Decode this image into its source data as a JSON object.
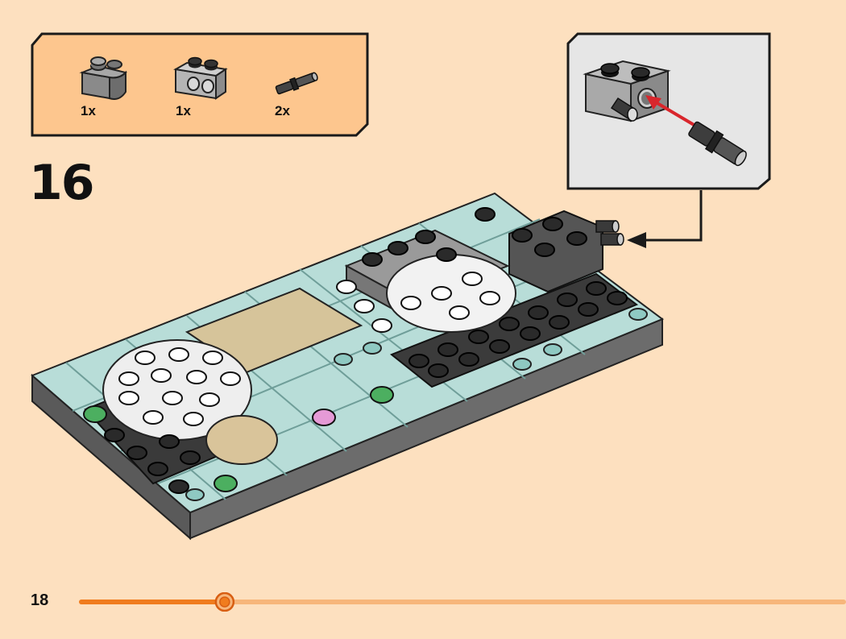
{
  "parts_list": {
    "items": [
      {
        "icon": "dark-gray-curved-brick-icon",
        "qty": "1x"
      },
      {
        "icon": "gray-technic-brick-icon",
        "qty": "1x"
      },
      {
        "icon": "black-pin-icon",
        "qty": "2x"
      }
    ]
  },
  "step": {
    "number": "16"
  },
  "page": {
    "number": "18",
    "progress": 0.19
  },
  "colors": {
    "background": "#fde0bf",
    "parts_box": "#fdc68e",
    "callout": "#e6e6e6",
    "progress_done": "#f07c1e",
    "progress_rest": "#f7b67b",
    "arrow": "#d9262c"
  }
}
